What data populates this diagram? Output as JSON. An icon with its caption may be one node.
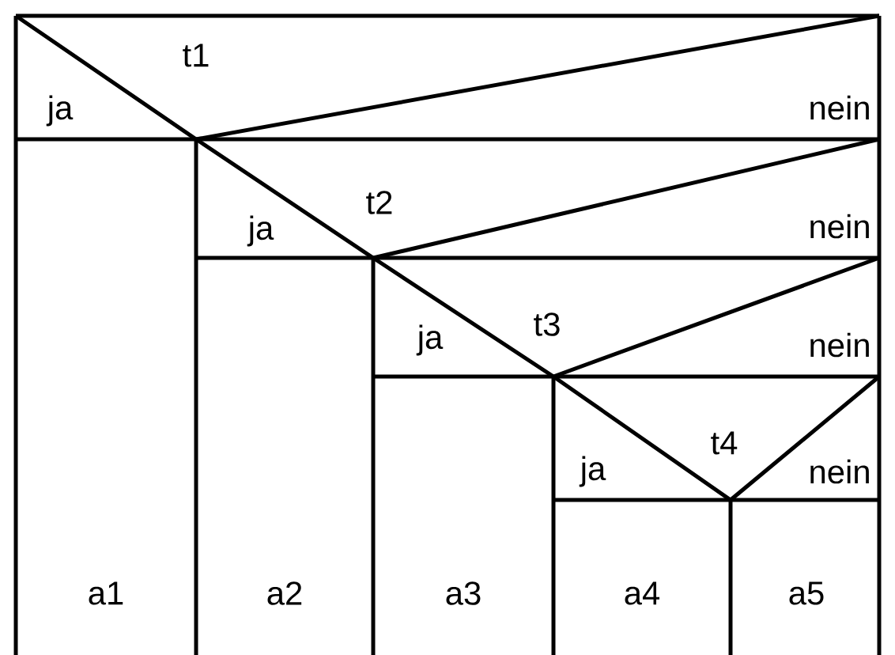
{
  "diagram": {
    "nodes": [
      {
        "text": [
          "t1"
        ]
      },
      {
        "text": [
          "t2"
        ]
      },
      {
        "text": [
          "t3"
        ]
      },
      {
        "text": [
          "t4"
        ]
      },
      {
        "text": [
          "a1"
        ]
      },
      {
        "text": [
          "a2"
        ]
      },
      {
        "text": [
          "a3"
        ]
      },
      {
        "text": [
          "a4"
        ]
      },
      {
        "text": [
          "a5"
        ]
      }
    ],
    "labels": [
      "ja",
      "nein",
      "ja",
      "nein",
      "ja",
      "nein",
      "ja",
      "nein"
    ]
  }
}
